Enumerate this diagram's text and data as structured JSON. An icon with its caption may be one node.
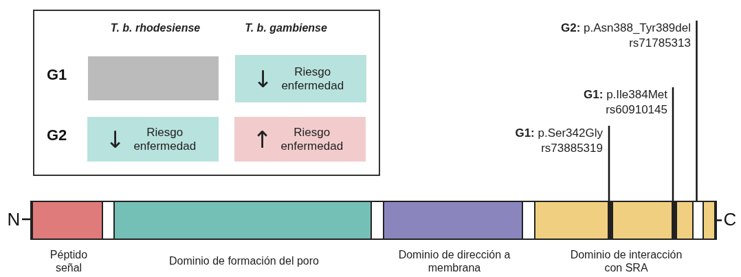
{
  "diagram": {
    "nodes": [
      {
        "text": [
          "T. b. rhodesiense",
          "T. b. gambiense",
          "G1",
          "G2"
        ]
      },
      {
        "text": [],
        "shape": "box",
        "in": 0
      },
      {
        "text": [
          "↓",
          "Riesgo enfermedad"
        ],
        "in": 0
      },
      {
        "text": [
          "↓",
          "Riesgo enfermedad"
        ],
        "in": 0
      },
      {
        "text": [
          "↑",
          "Riesgo enfermedad"
        ],
        "in": 0
      },
      {
        "text": [
          "**G2:** p.Asn388_Tyr389del rs71785313"
        ]
      },
      {
        "text": [
          "**G1:** p.Ile384Met rs60910145"
        ]
      },
      {
        "text": [
          "**G1:** p.Ser342Gly rs73885319"
        ]
      },
      {
        "text": [
          "N"
        ]
      },
      {
        "text": [],
        "shape": "bar"
      },
      {
        "text": [
          "C"
        ]
      },
      {
        "text": [
          "Péptido señal"
        ],
        "in": 9
      },
      {
        "text": [
          "Dominio de formación del poro"
        ],
        "in": 9
      },
      {
        "text": [
          "Dominio de dirección a membrana"
        ],
        "in": 9
      },
      {
        "text": [
          "Dominio de interacción con SRA"
        ],
        "in": 9
      },
      {
        "text": [],
        "shape": "bar",
        "in": 14
      },
      {
        "text": [],
        "shape": "bar",
        "in": 14
      },
      {
        "text": [],
        "shape": "box",
        "in": 14
      }
    ],
    "edges": [
      {
        "from": 8,
        "to": 9,
        "arrow": "none"
      },
      {
        "from": 9,
        "to": 10,
        "arrow": "none"
      },
      {
        "from": 7,
        "to": 15,
        "arrow": "none"
      },
      {
        "from": 6,
        "to": 16,
        "arrow": "none"
      },
      {
        "from": 5,
        "to": 17,
        "arrow": "none"
      }
    ]
  }
}
